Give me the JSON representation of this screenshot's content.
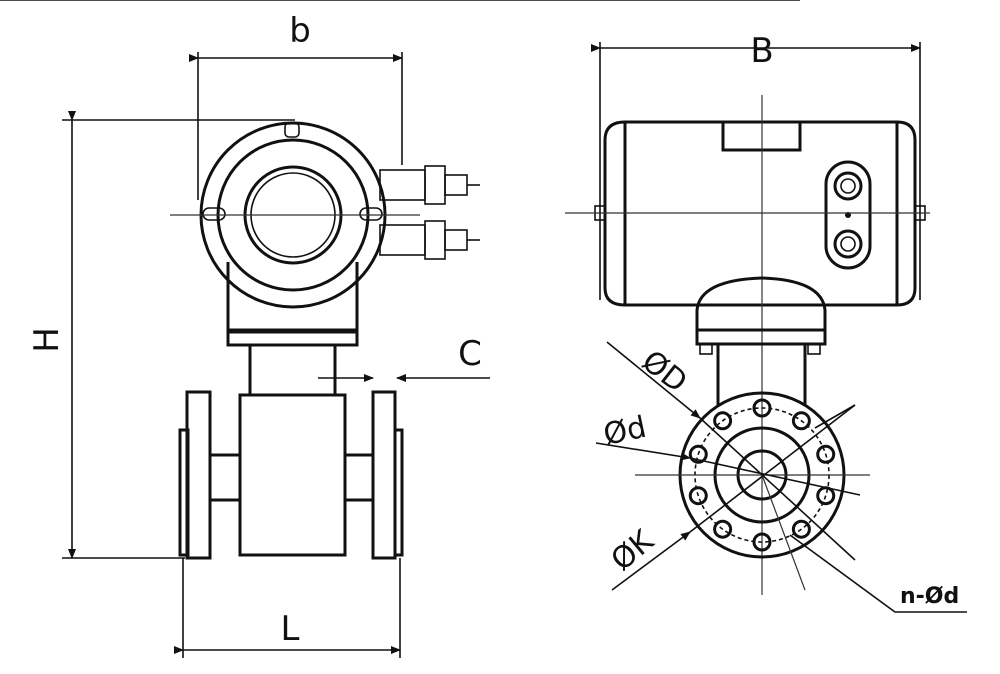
{
  "title": "Electromagnetic flowmeter dimension drawing",
  "front_view": {
    "labels": {
      "width_head": "b",
      "height": "H",
      "gap": "C",
      "length": "L"
    }
  },
  "side_view": {
    "labels": {
      "width_housing": "B",
      "flange_outer": "ØD",
      "bore": "Ød",
      "bolt_circle": "ØK",
      "bolt_holes": "n-Ød"
    },
    "bolt_hole_count_drawn": 10
  },
  "colors": {
    "line": "#111111",
    "background": "#ffffff"
  }
}
